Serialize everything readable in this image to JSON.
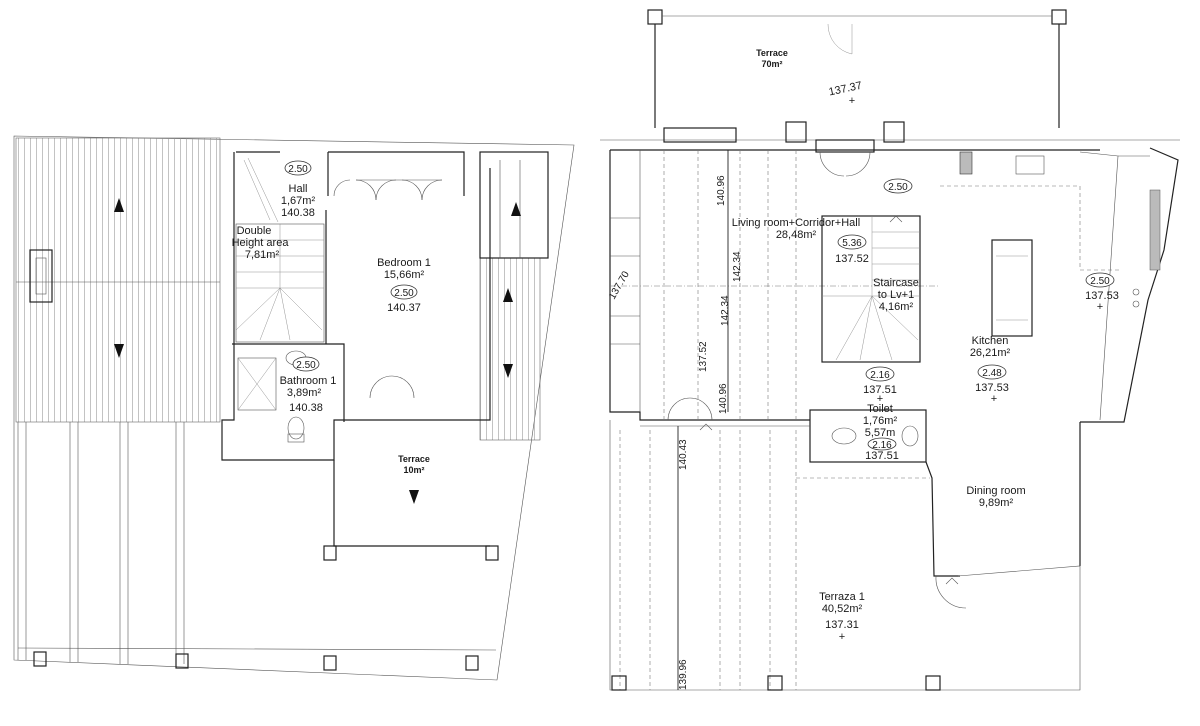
{
  "upper_plan": {
    "rooms": [
      {
        "id": "hall",
        "name": "Hall",
        "area": "1,67m²",
        "height": "2.50",
        "elevation": "140.38"
      },
      {
        "id": "double-height",
        "name": "Double\nHeight area",
        "area": "7,81m²"
      },
      {
        "id": "bedroom-1",
        "name": "Bedroom 1",
        "area": "15,66m²",
        "height": "2.50",
        "elevation": "140.37"
      },
      {
        "id": "bathroom-1",
        "name": "Bathroom 1",
        "area": "3,89m²",
        "height": "2.50",
        "elevation": "140.38"
      },
      {
        "id": "terrace-upper",
        "name": "Terrace",
        "area": "10m²"
      }
    ]
  },
  "lower_plan": {
    "rooms": [
      {
        "id": "terrace-main",
        "name": "Terrace",
        "area": "70m²",
        "elevation": "137.37"
      },
      {
        "id": "living",
        "name": "Living room+Corridor+Hall",
        "area": "28,48m²",
        "height": "2.50"
      },
      {
        "id": "staircase",
        "name": "Staircase\nto Lv+1",
        "area": "4,16m²",
        "height": "5.36",
        "elevation": "137.52"
      },
      {
        "id": "kitchen",
        "name": "Kitchen",
        "area": "26,21m²",
        "height": "2.48",
        "elevation": "137.53"
      },
      {
        "id": "kitchen-side",
        "height": "2.50",
        "elevation": "137.53"
      },
      {
        "id": "toilet",
        "name": "Toilet",
        "area": "1,76m²",
        "height_top": "2.16",
        "elevation_top": "137.51",
        "perimeter": "5,57m",
        "height": "2.16",
        "elevation": "137.51"
      },
      {
        "id": "dining",
        "name": "Dining room",
        "area": "9,89m²"
      },
      {
        "id": "terraza-1",
        "name": "Terraza 1",
        "area": "40,52m²",
        "elevation": "137.31"
      }
    ],
    "dimension_marks": [
      "140.96",
      "142.34",
      "142.34",
      "137.70",
      "137.52",
      "140.96",
      "140.43",
      "139.96"
    ]
  }
}
